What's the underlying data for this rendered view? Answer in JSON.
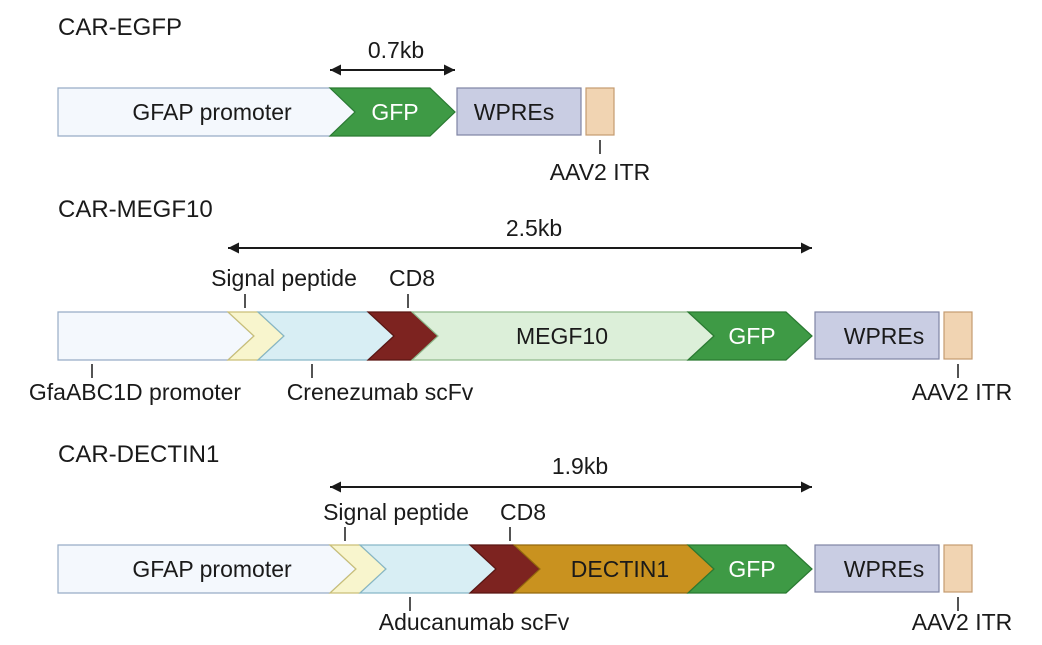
{
  "constructs": [
    {
      "title": "CAR-EGFP",
      "length": "0.7kb",
      "segments": [
        {
          "id": "gfap-promoter",
          "label": "GFAP promoter",
          "color": "#f4f8fd",
          "stroke": "#98acc6"
        },
        {
          "id": "gfp",
          "label": "GFP",
          "color": "#3e9a45",
          "stroke": "#2a7a32"
        },
        {
          "id": "wpres",
          "label": "WPREs",
          "color": "#c9cde3",
          "stroke": "#7f84a4"
        },
        {
          "id": "aav2-itr",
          "label": "",
          "color": "#f1d4b2",
          "stroke": "#c49b70"
        }
      ],
      "callouts": [
        {
          "id": "aav2-itr",
          "label": "AAV2 ITR"
        }
      ]
    },
    {
      "title": "CAR-MEGF10",
      "length": "2.5kb",
      "segments": [
        {
          "id": "gfaabc1d-promoter",
          "label": "",
          "color": "#f4f8fd",
          "stroke": "#98acc6"
        },
        {
          "id": "signal-peptide",
          "label": "",
          "color": "#f8f5cd",
          "stroke": "#c9bf78"
        },
        {
          "id": "crenezumab-scfv",
          "label": "",
          "color": "#d8eef4",
          "stroke": "#86b6c6"
        },
        {
          "id": "cd8",
          "label": "",
          "color": "#7d2320",
          "stroke": "#5a1512"
        },
        {
          "id": "megf10",
          "label": "MEGF10",
          "color": "#dcefd9",
          "stroke": "#8fb98b"
        },
        {
          "id": "gfp",
          "label": "GFP",
          "color": "#3e9a45",
          "stroke": "#2a7a32"
        },
        {
          "id": "wpres",
          "label": "WPREs",
          "color": "#c9cde3",
          "stroke": "#7f84a4"
        },
        {
          "id": "aav2-itr",
          "label": "",
          "color": "#f1d4b2",
          "stroke": "#c49b70"
        }
      ],
      "callouts": [
        {
          "id": "signal-peptide",
          "label": "Signal peptide"
        },
        {
          "id": "cd8",
          "label": "CD8"
        },
        {
          "id": "gfaabc1d-promoter",
          "label": "GfaABC1D promoter"
        },
        {
          "id": "crenezumab-scfv",
          "label": "Crenezumab scFv"
        },
        {
          "id": "aav2-itr",
          "label": "AAV2 ITR"
        }
      ]
    },
    {
      "title": "CAR-DECTIN1",
      "length": "1.9kb",
      "segments": [
        {
          "id": "gfap-promoter",
          "label": "GFAP promoter",
          "color": "#f4f8fd",
          "stroke": "#98acc6"
        },
        {
          "id": "signal-peptide",
          "label": "",
          "color": "#f8f5cd",
          "stroke": "#c9bf78"
        },
        {
          "id": "aducanumab-scfv",
          "label": "",
          "color": "#d8eef4",
          "stroke": "#86b6c6"
        },
        {
          "id": "cd8",
          "label": "",
          "color": "#7d2320",
          "stroke": "#5a1512"
        },
        {
          "id": "dectin1",
          "label": "DECTIN1",
          "color": "#c9921f",
          "stroke": "#94690f"
        },
        {
          "id": "gfp",
          "label": "GFP",
          "color": "#3e9a45",
          "stroke": "#2a7a32"
        },
        {
          "id": "wpres",
          "label": "WPREs",
          "color": "#c9cde3",
          "stroke": "#7f84a4"
        },
        {
          "id": "aav2-itr",
          "label": "",
          "color": "#f1d4b2",
          "stroke": "#c49b70"
        }
      ],
      "callouts": [
        {
          "id": "signal-peptide",
          "label": "Signal peptide"
        },
        {
          "id": "cd8",
          "label": "CD8"
        },
        {
          "id": "aducanumab-scfv",
          "label": "Aducanumab scFv"
        },
        {
          "id": "aav2-itr",
          "label": "AAV2 ITR"
        }
      ]
    }
  ]
}
